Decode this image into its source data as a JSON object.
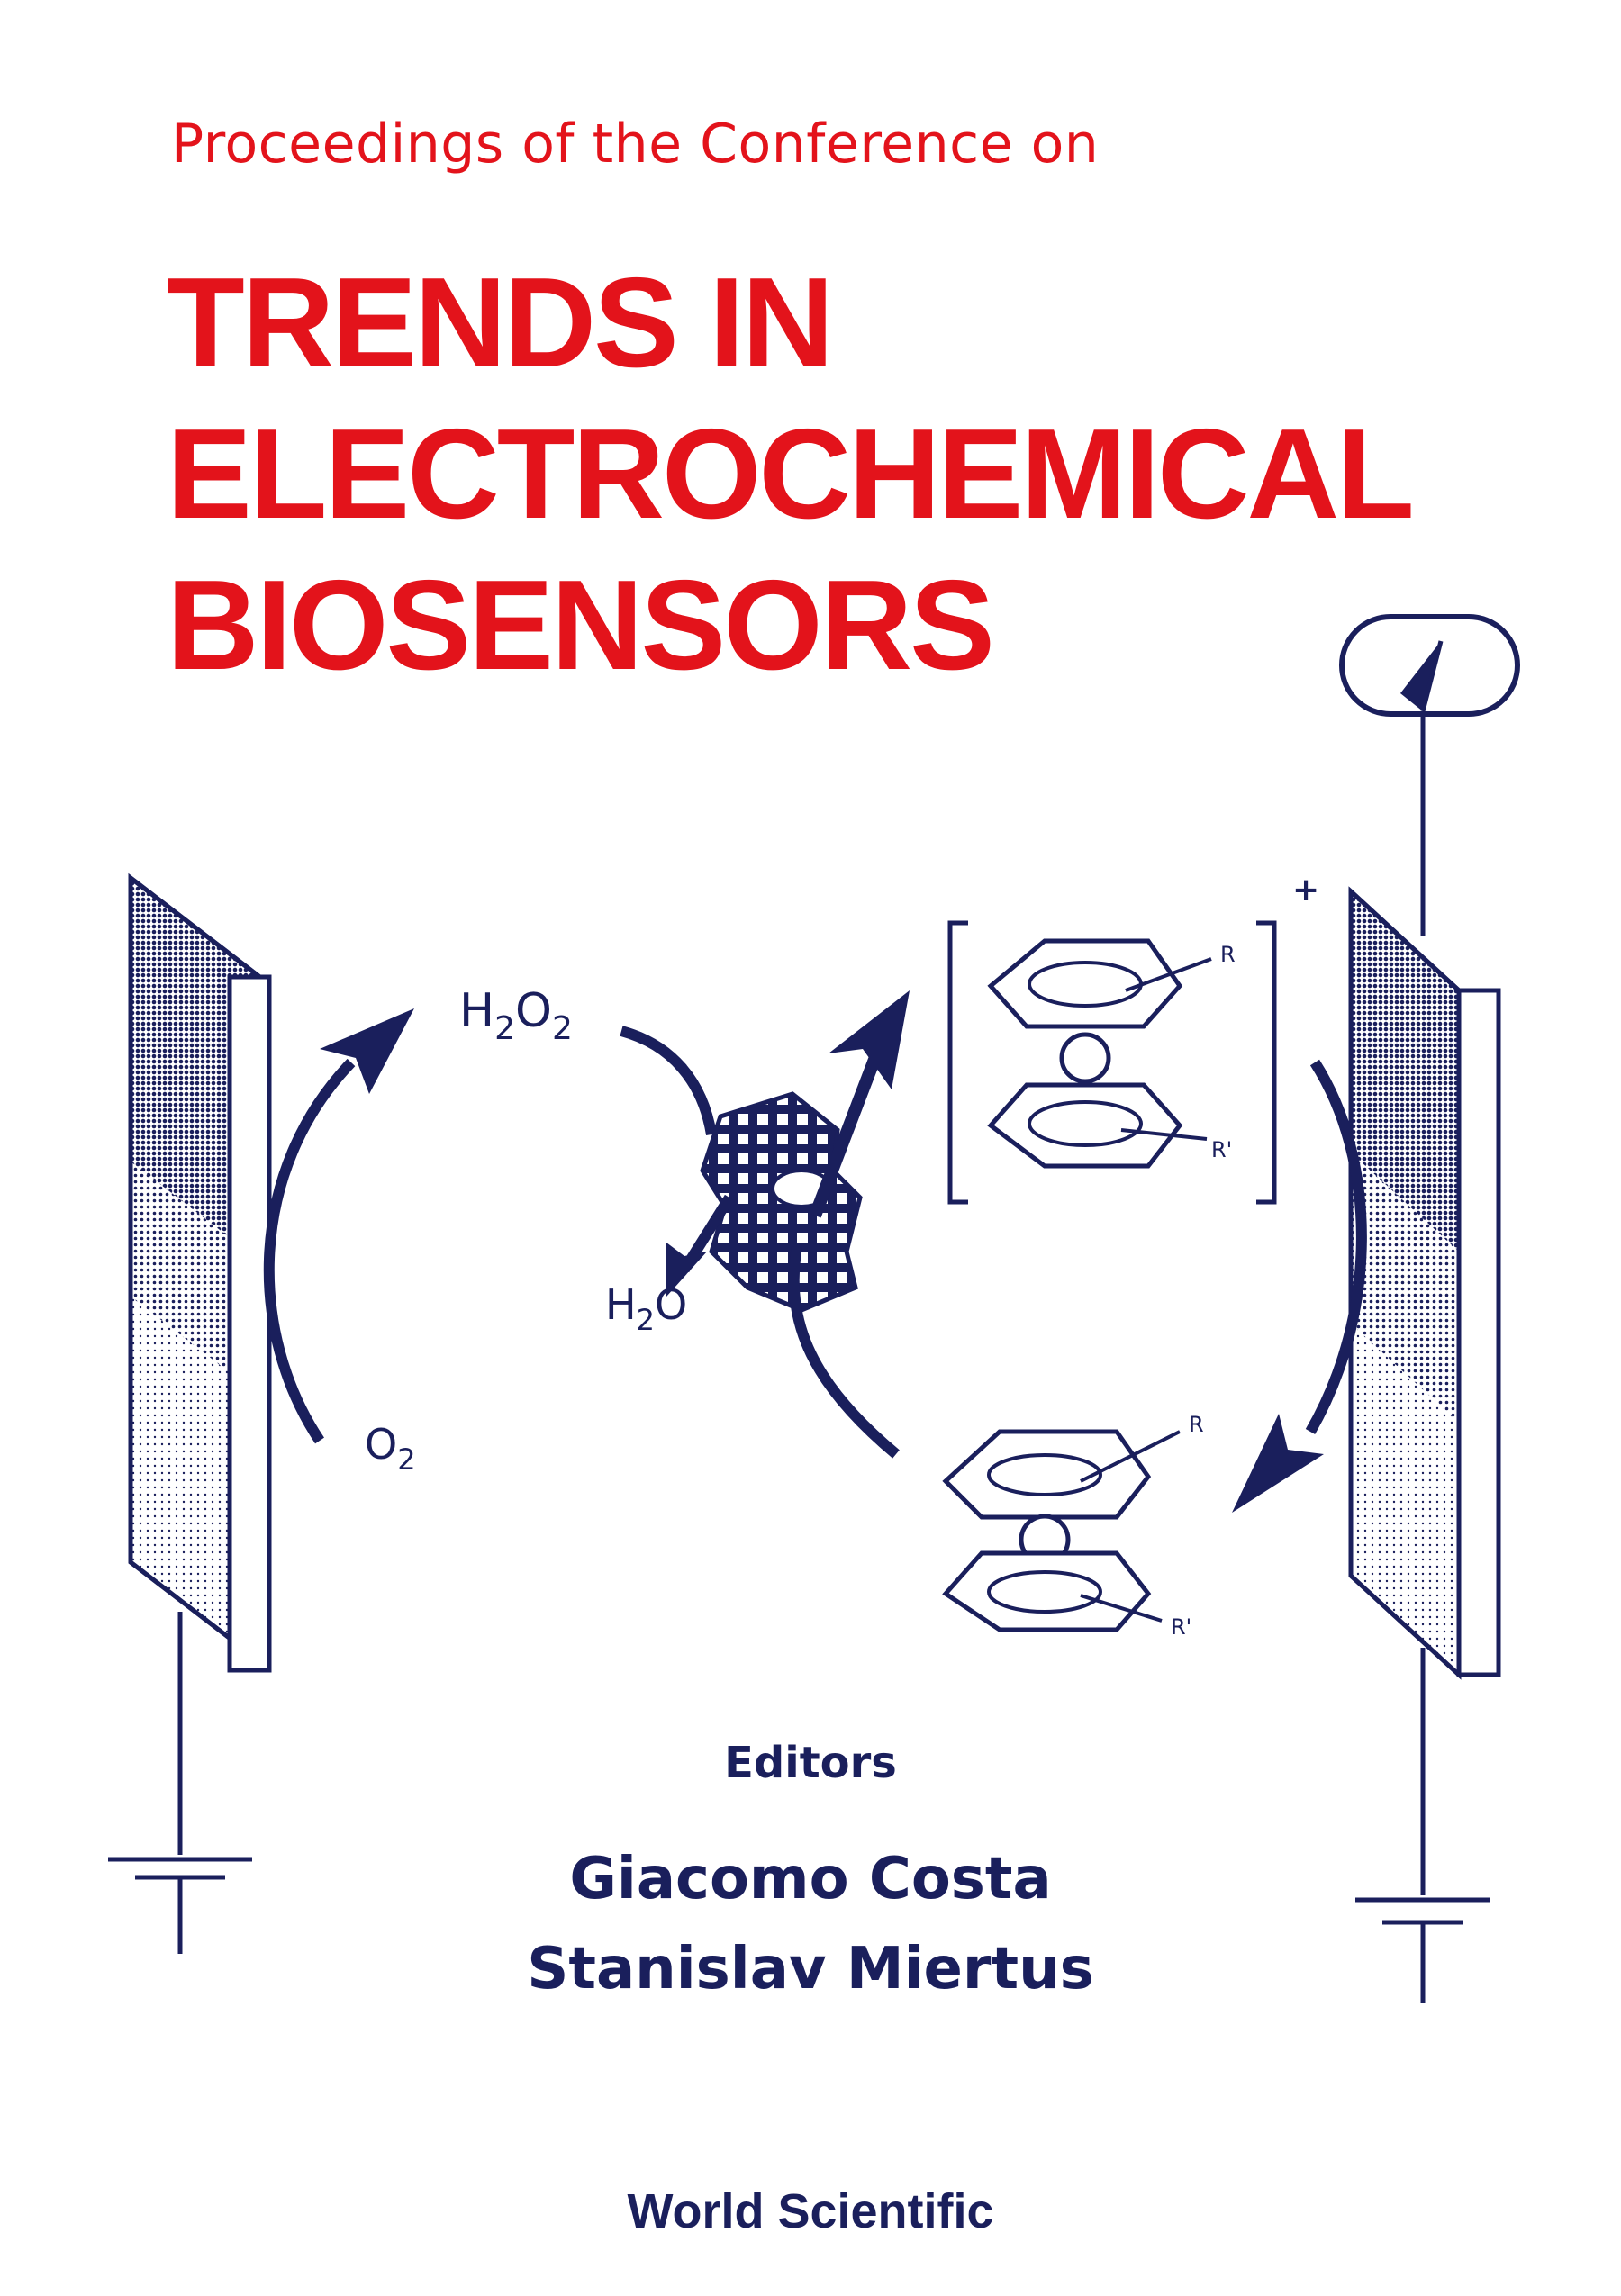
{
  "cover": {
    "subtitle": "Proceedings of the Conference on",
    "title_lines": [
      "TRENDS IN",
      "ELECTROCHEMICAL",
      "BIOSENSORS"
    ],
    "editors_label": "Editors",
    "editors": [
      "Giacomo Costa",
      "Stanislav Miertus"
    ],
    "publisher": "World Scientific"
  },
  "diagram": {
    "labels": {
      "h2o2_h": "H",
      "h2o2_2a": "2",
      "h2o2_o": "O",
      "h2o2_2b": "2",
      "h2o_h": "H",
      "h2o_2": "2",
      "h2o_o": "O",
      "o2_o": "O",
      "o2_2": "2",
      "r_top": "R",
      "r_prime_top": "R'",
      "r_bottom": "R",
      "r_prime_bottom": "R'",
      "charge": "+"
    }
  },
  "colors": {
    "title_red": "#e3131b",
    "ink_navy": "#1a1f5c"
  }
}
